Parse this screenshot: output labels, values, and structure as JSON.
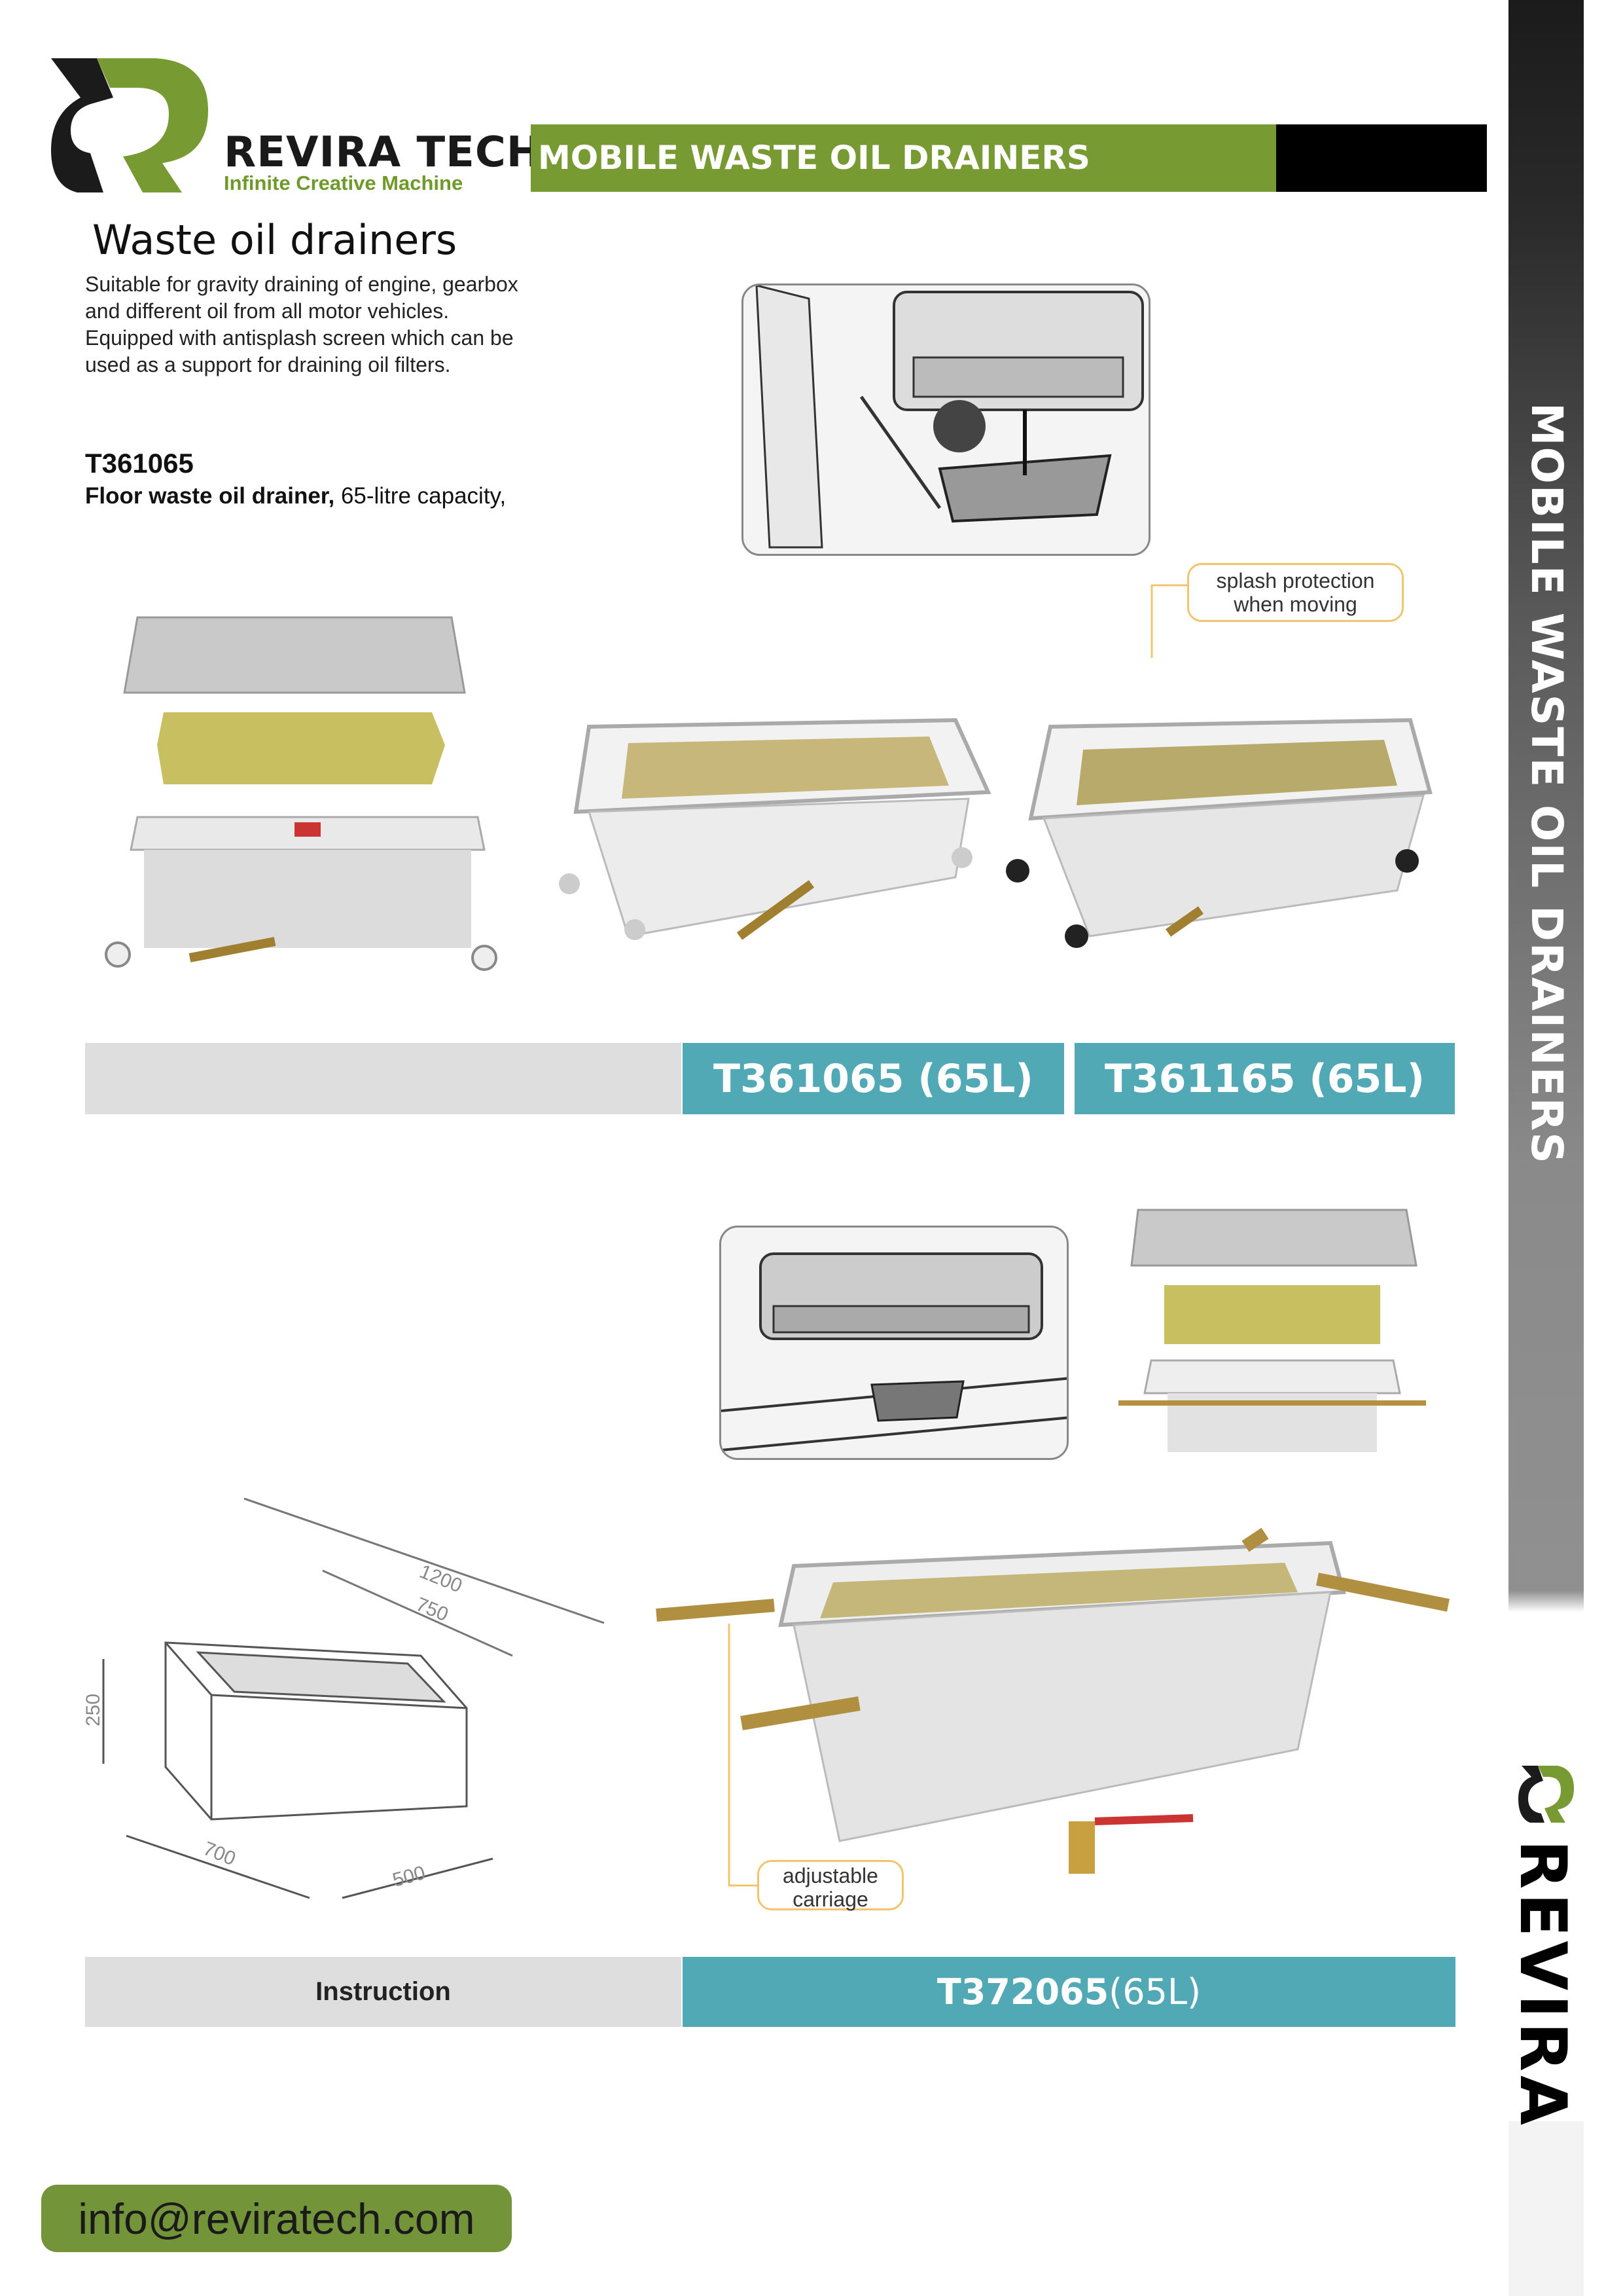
{
  "brand": {
    "name": "REVIRA TECH",
    "tagline": "Infinite Creative Machine",
    "side_logo": "REVIRA"
  },
  "header": {
    "title": "MOBILE WASTE OIL DRAINERS"
  },
  "sidebar": {
    "title": "MOBILE WASTE OIL DRAINERS"
  },
  "intro": {
    "title": "Waste oil drainers",
    "description": [
      "Suitable for gravity draining of engine, gearbox",
      "and different oil from all motor vehicles.",
      "Equipped with antisplash screen which can be",
      "used as a support for draining oil filters."
    ],
    "code": "T361065",
    "product_bold": "Floor waste oil drainer,",
    "product_rest": " 65-litre capacity,"
  },
  "callouts": {
    "splash": [
      "splash protection",
      "when moving"
    ],
    "carriage": [
      "adjustable",
      "carriage"
    ]
  },
  "row1": {
    "models": [
      "T361065 (65L)",
      "T361165 (65L)"
    ]
  },
  "diagram": {
    "dims": [
      "1200",
      "750",
      "250",
      "700",
      "500"
    ]
  },
  "row2": {
    "instruction": "Instruction",
    "model_code": "T372065",
    "model_cap": " (65L)"
  },
  "contact": {
    "email": "info@reviratech.com"
  },
  "colors": {
    "green": "#789a33",
    "teal": "#52a9b6",
    "black": "#000000"
  }
}
